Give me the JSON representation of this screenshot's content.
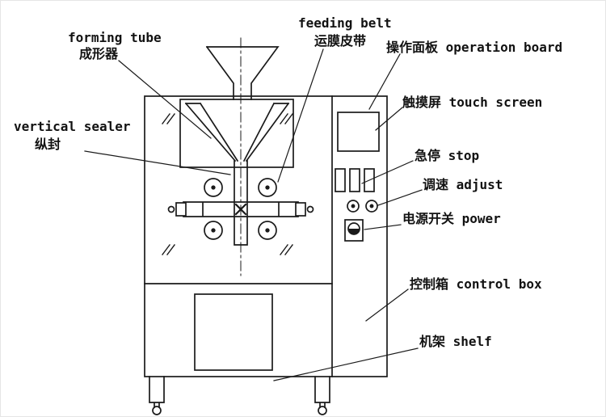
{
  "diagram": {
    "type": "technical-line-drawing",
    "line_color": "#1a1a1a",
    "background": "#ffffff"
  },
  "labels": {
    "forming_tube_en": "forming tube",
    "forming_tube_zh": "成形器",
    "feeding_belt_en": "feeding belt",
    "feeding_belt_zh": "运膜皮带",
    "operation_board": "操作面板 operation board",
    "vertical_sealer_en": "vertical sealer",
    "vertical_sealer_zh": "纵封",
    "touch_screen": "触摸屏 touch screen",
    "stop": "急停 stop",
    "adjust": "调速 adjust",
    "power": "电源开关 power",
    "control_box": "控制箱 control box",
    "shelf": "机架 shelf"
  }
}
